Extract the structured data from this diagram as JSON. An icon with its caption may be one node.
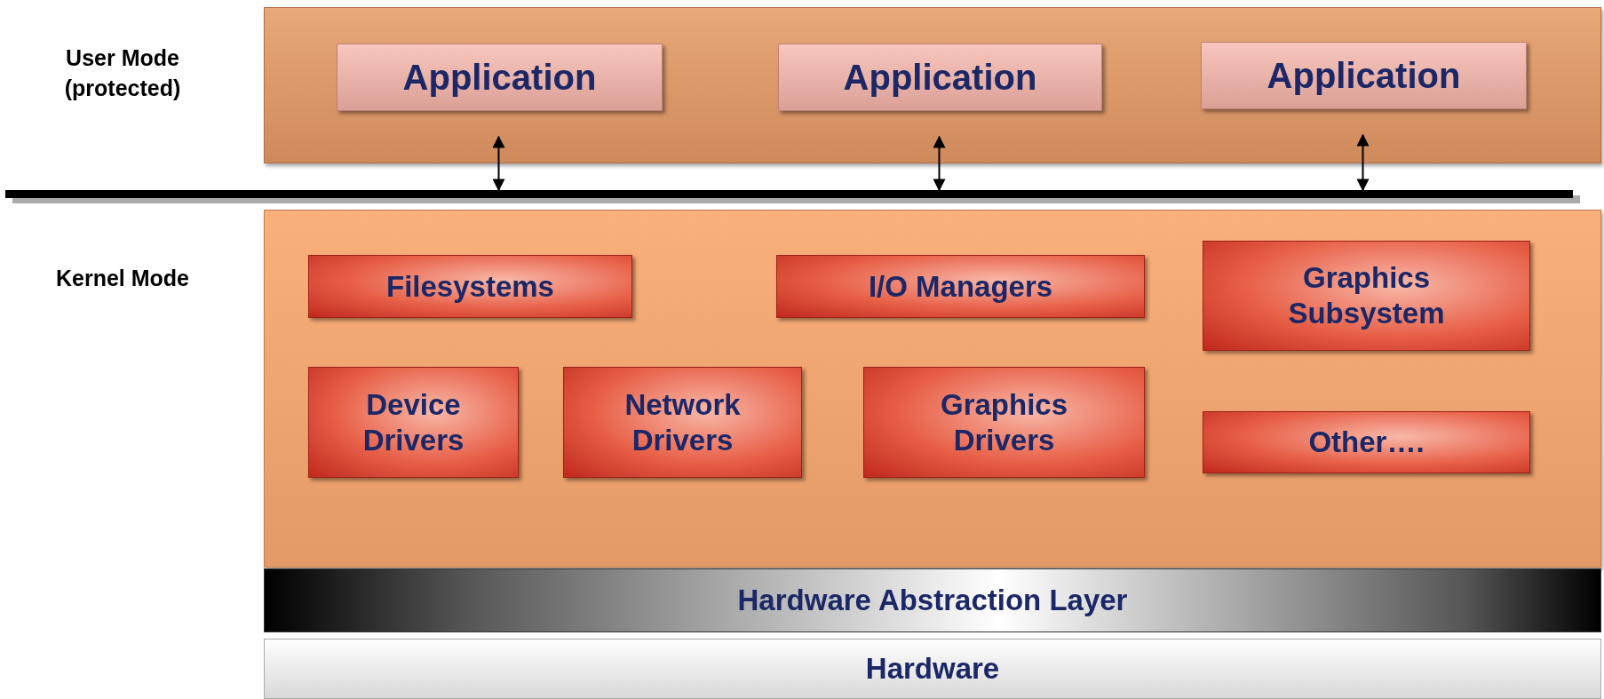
{
  "diagram": {
    "nodes": [
      {
        "text": [
          "User Mode (protected)"
        ]
      },
      {
        "text": [
          "Application"
        ],
        "in": 0
      },
      {
        "text": [
          "Application"
        ],
        "in": 0
      },
      {
        "text": [
          "Application"
        ],
        "in": 0
      },
      {
        "text": [
          "Kernel Mode"
        ]
      },
      {
        "text": [
          "Filesystems"
        ],
        "in": 4
      },
      {
        "text": [
          "I/O Managers"
        ],
        "in": 4
      },
      {
        "text": [
          "Graphics Subsystem"
        ],
        "in": 4
      },
      {
        "text": [
          "Device Drivers"
        ],
        "in": 4
      },
      {
        "text": [
          "Network Drivers"
        ],
        "in": 4
      },
      {
        "text": [
          "Graphics Drivers"
        ],
        "in": 4
      },
      {
        "text": [
          "Other…."
        ],
        "in": 4
      },
      {
        "text": [
          "Hardware Abstraction Layer"
        ]
      },
      {
        "text": [
          "Hardware"
        ]
      }
    ],
    "edges": [
      {
        "from": 1,
        "to": 4,
        "arrow": "both"
      },
      {
        "from": 2,
        "to": 4,
        "arrow": "both"
      },
      {
        "from": 3,
        "to": 4,
        "arrow": "both"
      }
    ]
  }
}
